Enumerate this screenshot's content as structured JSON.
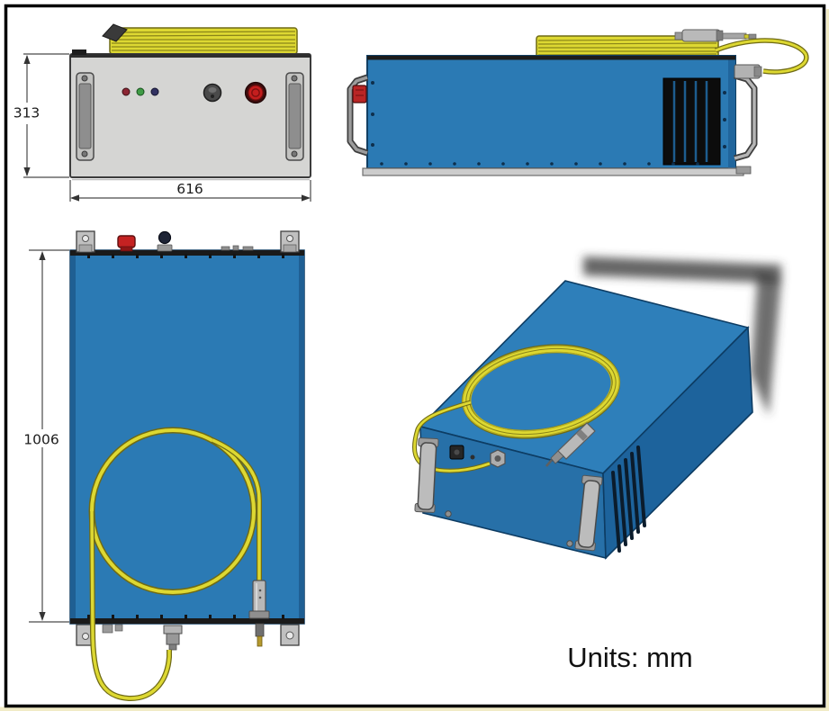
{
  "labels": {
    "units": "Units: mm"
  },
  "dimensions": {
    "front_height_mm": "313",
    "front_width_mm": "616",
    "top_length_mm": "1006"
  },
  "device": {
    "body_color": "#2b7ab4",
    "front_panel_color": "#d5d5d3",
    "fiber_color": "#ddd832",
    "fiber_outline_color": "#6f6a15",
    "estop_color": "#c41e1e",
    "vent_color": "#0c0c0c",
    "handle_color": "#bcbcbc",
    "indicator_leds": [
      "#8c2633",
      "#3f9b45",
      "#323262"
    ]
  },
  "frame": {
    "border_color": "#000000",
    "outer_strip_color": "#f1ebc6"
  }
}
